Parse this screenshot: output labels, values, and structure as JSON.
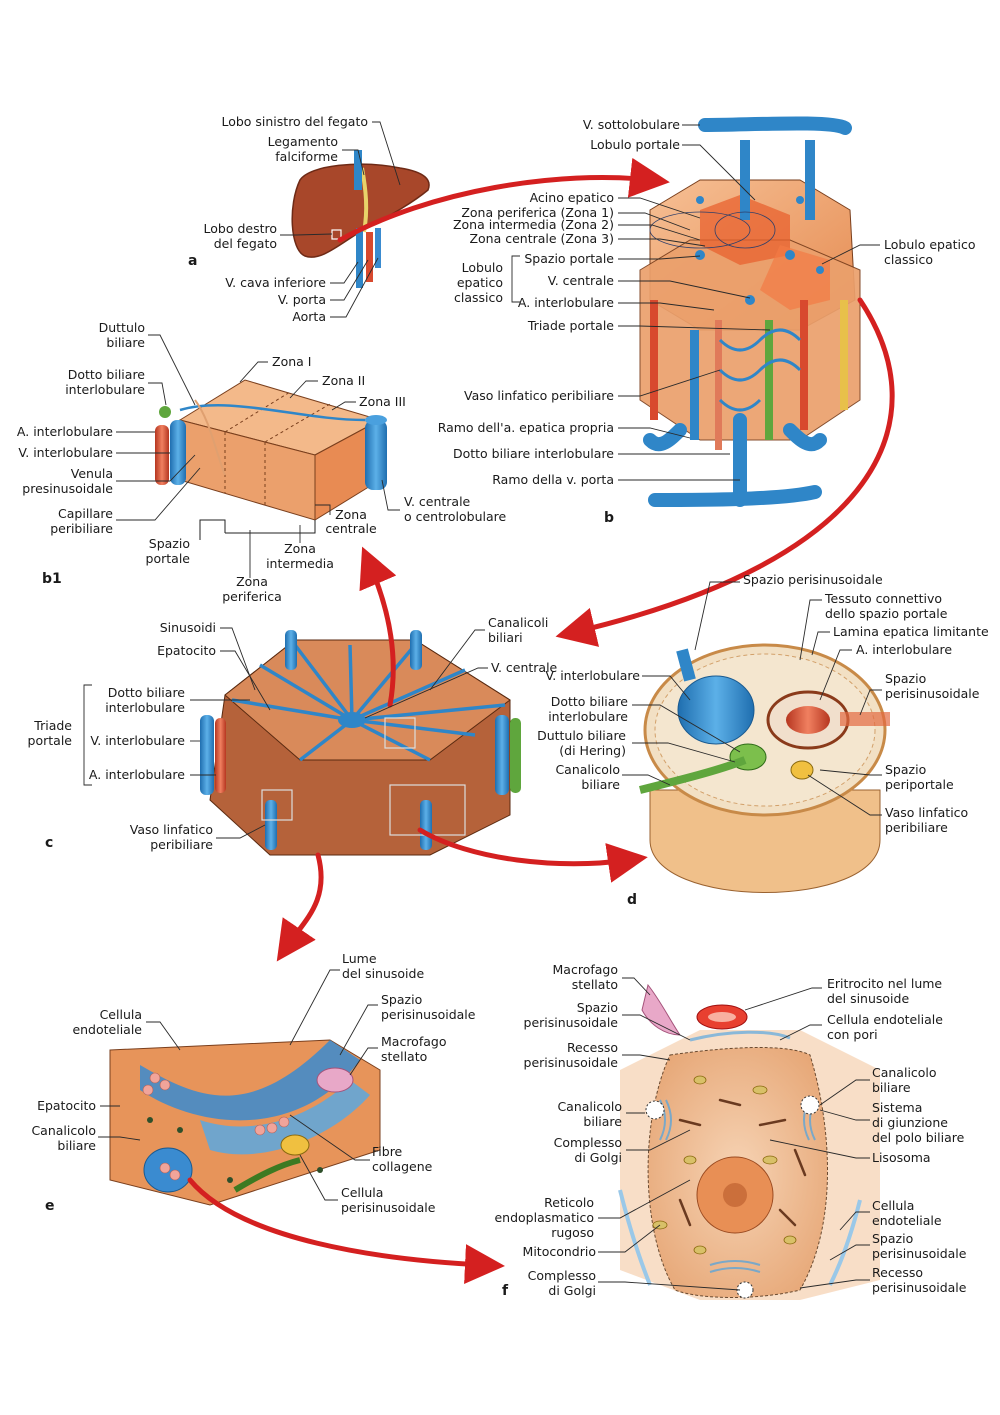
{
  "panels": {
    "a": {
      "tag": "a",
      "labels": {
        "lobo_sinistro": "Lobo sinistro del fegato",
        "legamento_1": "Legamento",
        "legamento_2": "falciforme",
        "lobo_destro_1": "Lobo destro",
        "lobo_destro_2": "del fegato",
        "cava": "V. cava inferiore",
        "porta": "V. porta",
        "aorta": "Aorta"
      }
    },
    "b": {
      "tag": "b",
      "labels": {
        "sottolobulare": "V. sottolobulare",
        "lobulo_portale": "Lobulo portale",
        "acino": "Acino epatico",
        "zona1": "Zona periferica (Zona 1)",
        "zona2": "Zona intermedia (Zona 2)",
        "zona3": "Zona centrale (Zona 3)",
        "lobulo_classico_1": "Lobulo",
        "lobulo_classico_2": "epatico",
        "lobulo_classico_3": "classico",
        "spazio_portale": "Spazio portale",
        "v_centrale": "V. centrale",
        "a_interlobulare": "A. interlobulare",
        "triade": "Triade portale",
        "lobulo_epatico_1": "Lobulo epatico",
        "lobulo_epatico_2": "classico",
        "vaso_linfatico": "Vaso linfatico peribiliare",
        "ramo_arteria": "Ramo dell'a. epatica propria",
        "dotto_biliare": "Dotto biliare interlobulare",
        "ramo_porta": "Ramo della v. porta"
      }
    },
    "b1": {
      "tag": "b1",
      "labels": {
        "duttulo_1": "Duttulo",
        "duttulo_2": "biliare",
        "dotto_1": "Dotto biliare",
        "dotto_2": "interlobulare",
        "a_interlobulare": "A. interlobulare",
        "v_interlobulare": "V. interlobulare",
        "venula_1": "Venula",
        "venula_2": "presinusoidale",
        "capillare_1": "Capillare",
        "capillare_2": "peribiliare",
        "zona_i": "Zona I",
        "zona_ii": "Zona II",
        "zona_iii": "Zona III",
        "v_centrale_1": "V. centrale",
        "v_centrale_2": "o centrolobulare",
        "spazio_1": "Spazio",
        "spazio_2": "portale",
        "zona_centrale_1": "Zona",
        "zona_centrale_2": "centrale",
        "zona_intermedia_1": "Zona",
        "zona_intermedia_2": "intermedia",
        "zona_periferica_1": "Zona",
        "zona_periferica_2": "periferica"
      }
    },
    "c": {
      "tag": "c",
      "labels": {
        "sinusoidi": "Sinusoidi",
        "epatocito": "Epatocito",
        "canalicoli_1": "Canalicoli",
        "canalicoli_2": "biliari",
        "v_centrale": "V. centrale",
        "dotto_1": "Dotto biliare",
        "dotto_2": "interlobulare",
        "triade_1": "Triade",
        "triade_2": "portale",
        "v_interlobulare": "V. interlobulare",
        "a_interlobulare": "A. interlobulare",
        "vaso_1": "Vaso linfatico",
        "vaso_2": "peribiliare"
      }
    },
    "d": {
      "tag": "d",
      "labels": {
        "spazio_perisinusoidale_top": "Spazio perisinusoidale",
        "tessuto_1": "Tessuto connettivo",
        "tessuto_2": "dello spazio portale",
        "lamina": "Lamina epatica limitante",
        "a_interlobulare": "A. interlobulare",
        "v_interlobulare": "V. interlobulare",
        "spazio_peri_1": "Spazio",
        "spazio_peri_2": "perisinusoidale",
        "dotto_1": "Dotto biliare",
        "dotto_2": "interlobulare",
        "duttulo_1": "Duttulo biliare",
        "duttulo_2": "(di Hering)",
        "canalicolo_1": "Canalicolo",
        "canalicolo_2": "biliare",
        "periportale_1": "Spazio",
        "periportale_2": "periportale",
        "vaso_1": "Vaso linfatico",
        "vaso_2": "peribiliare"
      }
    },
    "e": {
      "tag": "e",
      "labels": {
        "lume_1": "Lume",
        "lume_2": "del sinusoide",
        "cellula_endo_1": "Cellula",
        "cellula_endo_2": "endoteliale",
        "spazio_1": "Spazio",
        "spazio_2": "perisinusoidale",
        "macrofago_1": "Macrofago",
        "macrofago_2": "stellato",
        "epatocito": "Epatocito",
        "canalicolo_1": "Canalicolo",
        "canalicolo_2": "biliare",
        "fibre_1": "Fibre",
        "fibre_2": "collagene",
        "cellula_peri_1": "Cellula",
        "cellula_peri_2": "perisinusoidale"
      }
    },
    "f": {
      "tag": "f",
      "labels": {
        "macrofago_1": "Macrofago",
        "macrofago_2": "stellato",
        "eritrocito_1": "Eritrocito nel lume",
        "eritrocito_2": "del sinusoide",
        "spazio_top_1": "Spazio",
        "spazio_top_2": "perisinusoidale",
        "endo_pori_1": "Cellula endoteliale",
        "endo_pori_2": "con pori",
        "recesso_top_1": "Recesso",
        "recesso_top_2": "perisinusoidale",
        "canalicolo_l_1": "Canalicolo",
        "canalicolo_l_2": "biliare",
        "canalicolo_r_1": "Canalicolo",
        "canalicolo_r_2": "biliare",
        "sistema_1": "Sistema",
        "sistema_2": "di giunzione",
        "sistema_3": "del polo biliare",
        "golgi_top_1": "Complesso",
        "golgi_top_2": "di Golgi",
        "lisosoma": "Lisosoma",
        "reticolo_1": "Reticolo",
        "reticolo_2": "endoplasmatico",
        "reticolo_3": "rugoso",
        "cellula_endo_1": "Cellula",
        "cellula_endo_2": "endoteliale",
        "spazio_bot_1": "Spazio",
        "spazio_bot_2": "perisinusoidale",
        "mitocondrio": "Mitocondrio",
        "recesso_bot_1": "Recesso",
        "recesso_bot_2": "perisinusoidale",
        "golgi_bot_1": "Complesso",
        "golgi_bot_2": "di Golgi"
      }
    }
  },
  "colors": {
    "liver": "#a8472a",
    "vein_blue": "#2f86c8",
    "artery_red": "#d8492e",
    "bile_green": "#5fa63d",
    "tissue_orange": "#e9945c",
    "arrow_red": "#d42020"
  }
}
